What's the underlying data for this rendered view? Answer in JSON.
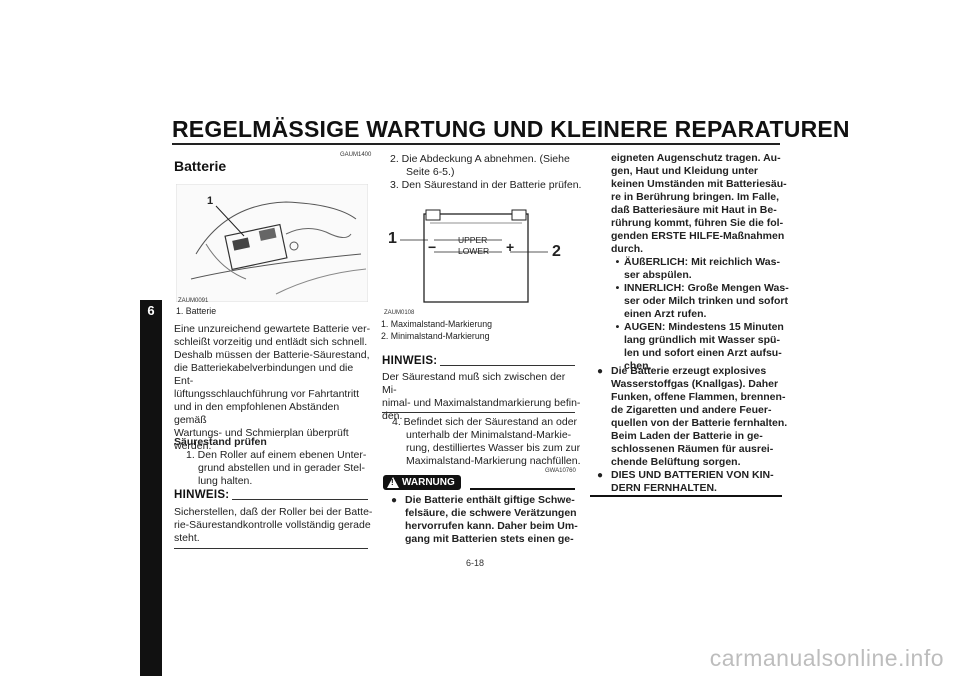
{
  "header": {
    "title": "REGELMÄSSIGE WARTUNG UND KLEINERE REPARATUREN"
  },
  "chapter": "6",
  "left": {
    "code": "GAUM1400",
    "heading": "Batterie",
    "fig_label_num": "1",
    "fig_code": "ZAUM0091",
    "fig_caption": "1. Batterie",
    "intro_lines": [
      "Eine unzureichend gewartete Batterie ver-",
      "schleißt vorzeitig und entlädt sich schnell.",
      "Deshalb müssen der Batterie-Säurestand,",
      "die Batteriekabelverbindungen und die Ent-",
      "lüftungsschlauchführung vor Fahrtantritt",
      "und in den empfohlenen Abständen gemäß",
      "Wartungs- und Schmierplan überprüft",
      "werden."
    ],
    "subheading": "Säurestand prüfen",
    "step1_lines": [
      "1. Den Roller auf einem ebenen Unter-",
      "grund abstellen und in gerader Stel-",
      "lung halten."
    ],
    "note_title": "HINWEIS:",
    "note_lines": [
      "Sicherstellen, daß der Roller bei der Batte-",
      "rie-Säurestandkontrolle vollständig gerade",
      "steht."
    ]
  },
  "middle": {
    "steps_top": [
      "2. Die Abdeckung A abnehmen. (Siehe",
      "Seite 6-5.)",
      "3. Den Säurestand in der Batterie prüfen."
    ],
    "diagram": {
      "upper": "UPPER",
      "lower": "LOWER",
      "callout1": "1",
      "callout2": "2",
      "minus": "−",
      "plus": "+",
      "code": "ZAUM0108"
    },
    "captions": [
      "1. Maximalstand-Markierung",
      "2. Minimalstand-Markierung"
    ],
    "note_title": "HINWEIS:",
    "note_lines": [
      "Der Säurestand muß sich zwischen der Mi-",
      "nimal- und Maximalstandmarkierung befin-",
      "den."
    ],
    "step4_lines": [
      "4. Befindet sich der Säurestand an oder",
      "unterhalb der Minimalstand-Markie-",
      "rung, destilliertes Wasser bis zum zur",
      "Maximalstand-Markierung nachfüllen."
    ],
    "warn_code": "GWA10760",
    "warn_label": "WARNUNG",
    "warn_lines": [
      "Die Batterie enthält giftige Schwe-",
      "felsäure, die schwere Verätzungen",
      "hervorrufen kann. Daher beim Um-",
      "gang mit Batterien stets einen ge-"
    ]
  },
  "right": {
    "cont_lines": [
      "eigneten Augenschutz tragen. Au-",
      "gen, Haut und Kleidung unter",
      "keinen Umständen mit Batteriesäu-",
      "re in Berührung bringen. Im Falle,",
      "daß Batteriesäure mit Haut in Be-",
      "rührung kommt, führen Sie die fol-",
      "genden ERSTE HILFE-Maßnahmen",
      "durch."
    ],
    "sub_bullets": [
      [
        "ÄUßERLICH: Mit reichlich Was-",
        "ser abspülen."
      ],
      [
        "INNERLICH: Große Mengen Was-",
        "ser oder Milch trinken und sofort",
        "einen Arzt rufen."
      ],
      [
        "AUGEN: Mindestens 15 Minuten",
        "lang gründlich mit Wasser spü-",
        "len und sofort einen Arzt aufsu-",
        "chen."
      ]
    ],
    "bullet2_lines": [
      "Die Batterie erzeugt explosives",
      "Wasserstoffgas (Knallgas). Daher",
      "Funken, offene Flammen, brennen-",
      "de Zigaretten und andere Feuer-",
      "quellen von der Batterie fernhalten.",
      "Beim Laden der Batterie in ge-",
      "schlossenen Räumen für ausrei-",
      "chende Belüftung sorgen."
    ],
    "bullet3_lines": [
      "DIES UND BATTERIEN VON KIN-",
      "DERN FERNHALTEN."
    ]
  },
  "footer": {
    "page": "6-18"
  },
  "watermark": "carmanualsonline.info"
}
